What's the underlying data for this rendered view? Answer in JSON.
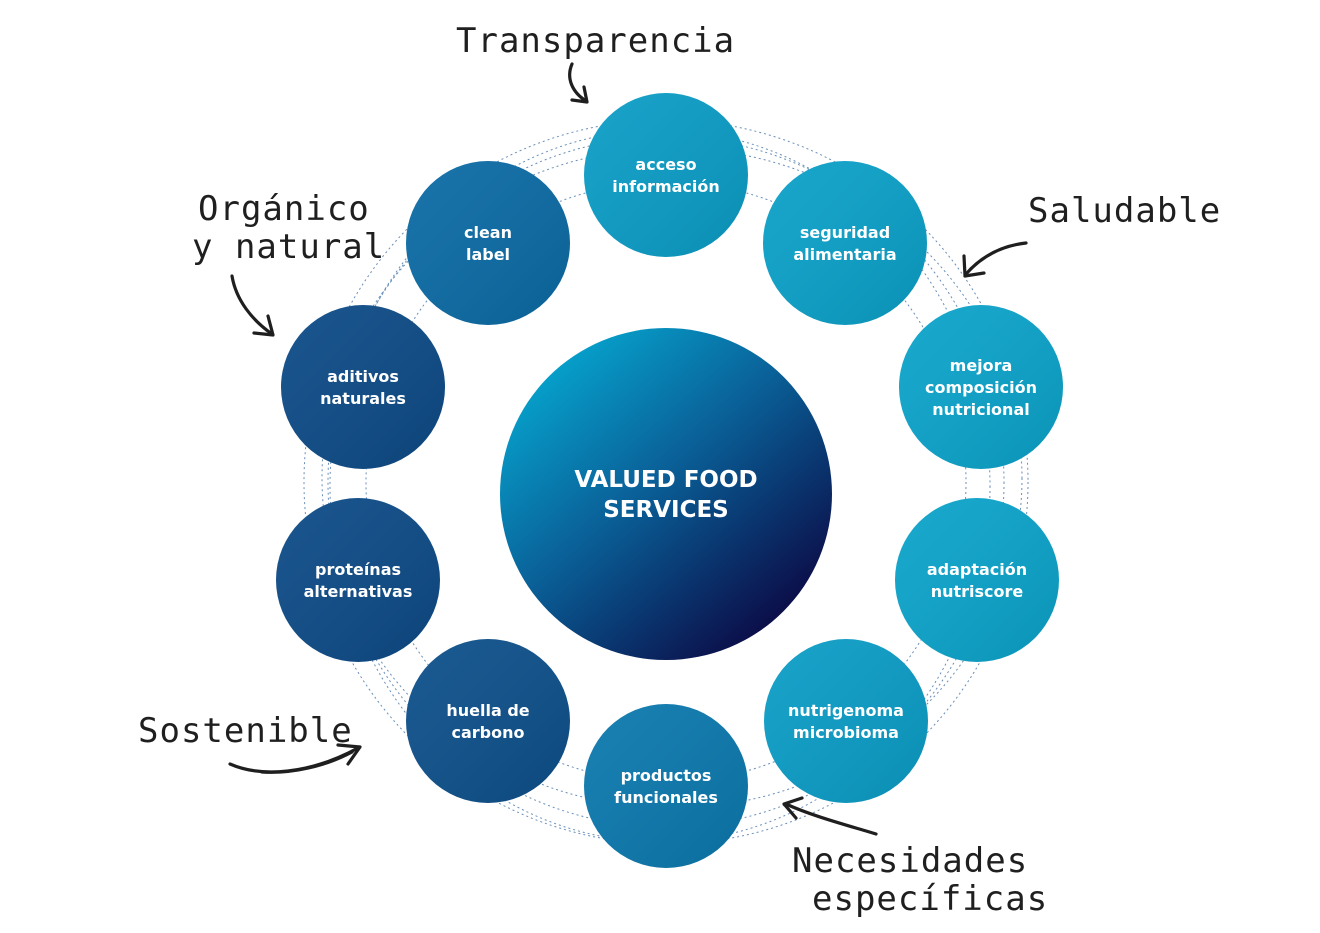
{
  "center": {
    "lines": [
      "VALUED FOOD",
      "SERVICES"
    ]
  },
  "nodes": [
    {
      "id": "acceso-informacion",
      "lines": [
        "acceso",
        "información"
      ],
      "color": "#0a9cc6"
    },
    {
      "id": "seguridad-alimentaria",
      "lines": [
        "seguridad",
        "alimentaria"
      ],
      "color": "#0aa0c8"
    },
    {
      "id": "mejora-composicion-nutricional",
      "lines": [
        "mejora",
        "composición",
        "nutricional"
      ],
      "color": "#0aa3ca"
    },
    {
      "id": "adaptacion-nutriscore",
      "lines": [
        "adaptación",
        "nutriscore"
      ],
      "color": "#0aa3ca"
    },
    {
      "id": "nutrigenoma-microbioma",
      "lines": [
        "nutrigenoma",
        "microbioma"
      ],
      "color": "#0a9cc6"
    },
    {
      "id": "productos-funcionales",
      "lines": [
        "productos",
        "funcionales"
      ],
      "color": "#0a78ad"
    },
    {
      "id": "huella-de-carbono",
      "lines": [
        "huella de",
        "carbono"
      ],
      "color": "#0c4f8a"
    },
    {
      "id": "proteinas-alternativas",
      "lines": [
        "proteínas",
        "alternativas"
      ],
      "color": "#0c4a86"
    },
    {
      "id": "aditivos-naturales",
      "lines": [
        "aditivos",
        "naturales"
      ],
      "color": "#0c4a86"
    },
    {
      "id": "clean-label",
      "lines": [
        "clean",
        "label"
      ],
      "color": "#0a6aa4"
    }
  ],
  "annotations": [
    {
      "id": "transparencia",
      "lines": [
        "Transparencia"
      ]
    },
    {
      "id": "organico-y-natural",
      "lines": [
        "Orgánico",
        "y natural"
      ]
    },
    {
      "id": "saludable",
      "lines": [
        "Saludable"
      ]
    },
    {
      "id": "sostenible",
      "lines": [
        "Sostenible"
      ]
    },
    {
      "id": "necesidades-especificas",
      "lines": [
        "Necesidades",
        "específicas"
      ]
    }
  ],
  "colors": {
    "center_top": "#06a2cc",
    "center_bottom": "#0b0a45",
    "node_text": "#ffffff",
    "annotation_text": "#1f1f1f",
    "orbit_line": "#6a8fb8"
  }
}
